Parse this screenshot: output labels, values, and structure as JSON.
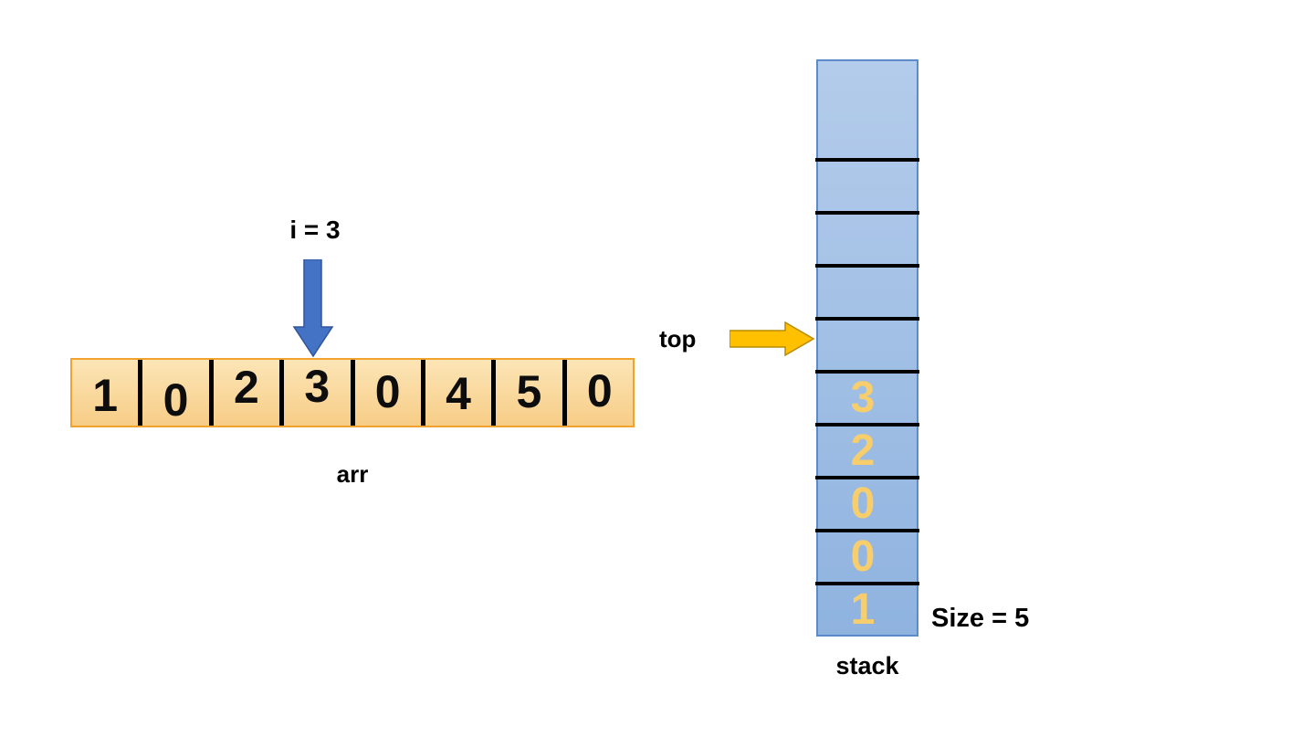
{
  "diagram": {
    "type": "array-to-stack illustration",
    "array": {
      "label": "arr",
      "values": [
        "1",
        "0",
        "2",
        "3",
        "0",
        "4",
        "5",
        "0"
      ],
      "index_pointer_label": "i = 3",
      "index_pointer_position": 3
    },
    "stack": {
      "label": "stack",
      "cells_top_to_bottom": [
        "",
        "",
        "",
        "",
        "",
        "3",
        "2",
        "0",
        "0",
        "1"
      ],
      "values_bottom_to_top": [
        "1",
        "0",
        "0",
        "2",
        "3"
      ],
      "top_pointer_label": "top",
      "size_label": "Size = 5",
      "size_value": 5
    }
  },
  "colors": {
    "label_text": "#000000",
    "array_fill_top": "#FCE5B6",
    "array_fill_bottom": "#F7CD87",
    "array_border": "#F0A42E",
    "array_text": "#0D0D0D",
    "stack_fill_top": "#B4CCEB",
    "stack_fill_bottom": "#8FB3DF",
    "stack_border": "#5B8BC8",
    "stack_value_text": "#F7CE6B",
    "divider": "#000000",
    "arrow_blue": "#4472C4",
    "arrow_blue_outline": "#31549B",
    "arrow_gold": "#FFC000",
    "arrow_gold_outline": "#BA8B00"
  }
}
